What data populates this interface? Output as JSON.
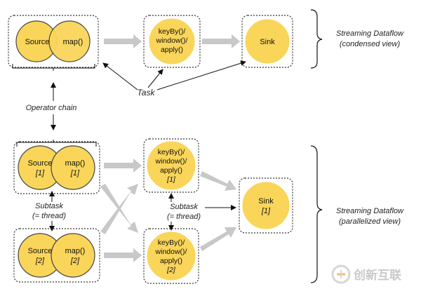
{
  "colors": {
    "circle_fill": "#f9d55a",
    "circle_stroke": "#444444",
    "box_stroke": "#333333",
    "flow_arrow": "#c8c8c8",
    "line": "#111111",
    "watermark": "#bdbdbd"
  },
  "condensed": {
    "source": "Source",
    "map": "map()",
    "keyby_lines": [
      "keyBy()/",
      "window()/",
      "apply()"
    ],
    "sink": "Sink",
    "view_title": "Streaming Dataflow",
    "view_subtitle": "(condensed view)"
  },
  "labels": {
    "task": "Task",
    "operator_chain": "Operator chain",
    "subtask_left_1": "Subtask",
    "subtask_left_2": "(= thread)",
    "subtask_mid_1": "Subtask",
    "subtask_mid_2": "(= thread)"
  },
  "parallel": {
    "source_1": "Source",
    "map_1": "map()",
    "idx_1": "[1]",
    "source_2": "Source",
    "map_2": "map()",
    "idx_2": "[2]",
    "keyby_lines": [
      "keyBy()/",
      "window()/",
      "apply()"
    ],
    "sink": "Sink",
    "view_title": "Streaming Dataflow",
    "view_subtitle": "(parallelized view)"
  },
  "watermark": {
    "text": "创新互联",
    "icon": "chuangxin-logo-icon"
  }
}
